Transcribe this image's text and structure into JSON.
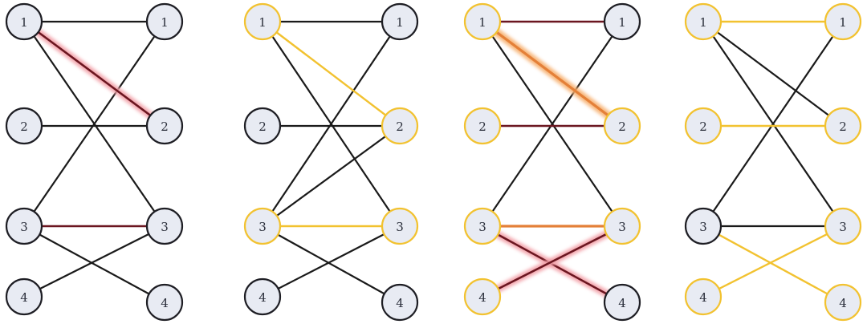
{
  "colors": {
    "node_fill": "#e8ebf3",
    "node_stroke_black": "#1e1e24",
    "node_stroke_yellow": "#f2c230",
    "edge_black": "#1a1a1a",
    "edge_yellow": "#f2c230",
    "edge_red_glow": "#f3a3aa",
    "edge_red_core": "#6b1620",
    "edge_orange_glow": "#f7b070",
    "edge_orange_core": "#e48038"
  },
  "graphs": [
    {
      "left": [
        {
          "label": "1",
          "outline": "black"
        },
        {
          "label": "2",
          "outline": "black"
        },
        {
          "label": "3",
          "outline": "black"
        },
        {
          "label": "4",
          "outline": "black"
        }
      ],
      "right": [
        {
          "label": "1",
          "outline": "black"
        },
        {
          "label": "2",
          "outline": "black"
        },
        {
          "label": "3",
          "outline": "black"
        },
        {
          "label": "4",
          "outline": "black"
        }
      ],
      "edges": [
        {
          "from": 1,
          "to": 1,
          "style": "black"
        },
        {
          "from": 1,
          "to": 2,
          "style": "red"
        },
        {
          "from": 1,
          "to": 3,
          "style": "black"
        },
        {
          "from": 2,
          "to": 2,
          "style": "black"
        },
        {
          "from": 3,
          "to": 1,
          "style": "black"
        },
        {
          "from": 3,
          "to": 3,
          "style": "red"
        },
        {
          "from": 3,
          "to": 4,
          "style": "black"
        },
        {
          "from": 4,
          "to": 3,
          "style": "black"
        }
      ]
    },
    {
      "left": [
        {
          "label": "1",
          "outline": "yellow"
        },
        {
          "label": "2",
          "outline": "black"
        },
        {
          "label": "3",
          "outline": "yellow"
        },
        {
          "label": "4",
          "outline": "black"
        }
      ],
      "right": [
        {
          "label": "1",
          "outline": "black"
        },
        {
          "label": "2",
          "outline": "yellow"
        },
        {
          "label": "3",
          "outline": "yellow"
        },
        {
          "label": "4",
          "outline": "black"
        }
      ],
      "edges": [
        {
          "from": 1,
          "to": 1,
          "style": "black"
        },
        {
          "from": 1,
          "to": 2,
          "style": "yellow"
        },
        {
          "from": 1,
          "to": 3,
          "style": "black"
        },
        {
          "from": 2,
          "to": 2,
          "style": "black"
        },
        {
          "from": 3,
          "to": 1,
          "style": "black"
        },
        {
          "from": 3,
          "to": 2,
          "style": "black"
        },
        {
          "from": 3,
          "to": 3,
          "style": "yellow"
        },
        {
          "from": 3,
          "to": 4,
          "style": "black"
        },
        {
          "from": 4,
          "to": 3,
          "style": "black"
        }
      ]
    },
    {
      "left": [
        {
          "label": "1",
          "outline": "yellow"
        },
        {
          "label": "2",
          "outline": "yellow"
        },
        {
          "label": "3",
          "outline": "yellow"
        },
        {
          "label": "4",
          "outline": "yellow"
        }
      ],
      "right": [
        {
          "label": "1",
          "outline": "black"
        },
        {
          "label": "2",
          "outline": "yellow"
        },
        {
          "label": "3",
          "outline": "yellow"
        },
        {
          "label": "4",
          "outline": "black"
        }
      ],
      "edges": [
        {
          "from": 1,
          "to": 1,
          "style": "red"
        },
        {
          "from": 1,
          "to": 2,
          "style": "orange"
        },
        {
          "from": 1,
          "to": 3,
          "style": "black"
        },
        {
          "from": 2,
          "to": 2,
          "style": "red"
        },
        {
          "from": 3,
          "to": 1,
          "style": "black"
        },
        {
          "from": 3,
          "to": 3,
          "style": "orange"
        },
        {
          "from": 3,
          "to": 4,
          "style": "red"
        },
        {
          "from": 4,
          "to": 3,
          "style": "red"
        }
      ]
    },
    {
      "left": [
        {
          "label": "1",
          "outline": "yellow"
        },
        {
          "label": "2",
          "outline": "yellow"
        },
        {
          "label": "3",
          "outline": "black"
        },
        {
          "label": "4",
          "outline": "yellow"
        }
      ],
      "right": [
        {
          "label": "1",
          "outline": "yellow"
        },
        {
          "label": "2",
          "outline": "yellow"
        },
        {
          "label": "3",
          "outline": "yellow"
        },
        {
          "label": "4",
          "outline": "yellow"
        }
      ],
      "edges": [
        {
          "from": 1,
          "to": 1,
          "style": "yellow"
        },
        {
          "from": 1,
          "to": 2,
          "style": "black"
        },
        {
          "from": 1,
          "to": 3,
          "style": "black"
        },
        {
          "from": 2,
          "to": 2,
          "style": "yellow"
        },
        {
          "from": 3,
          "to": 1,
          "style": "black"
        },
        {
          "from": 3,
          "to": 3,
          "style": "black"
        },
        {
          "from": 3,
          "to": 4,
          "style": "yellow"
        },
        {
          "from": 4,
          "to": 3,
          "style": "yellow"
        }
      ]
    }
  ]
}
